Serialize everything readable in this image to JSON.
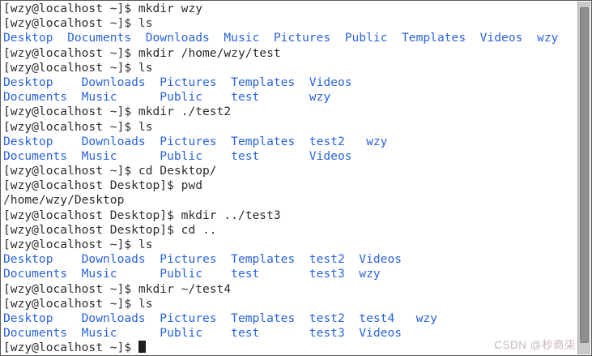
{
  "colors": {
    "background": "#ffffff",
    "fg": "#2d2d2d",
    "dir": "#2a64da",
    "cursor": "#1f1f1f",
    "watermark": "#c9b6b6",
    "scrollbar_track": "#c9c9c9",
    "scrollbar_thumb": "#8e8e8e"
  },
  "terminal": {
    "user": "wzy",
    "host": "localhost",
    "lines": [
      {
        "text": "[wzy@localhost ~]$ mkdir wzy",
        "color": "fg"
      },
      {
        "text": "[wzy@localhost ~]$ ls",
        "color": "fg"
      },
      {
        "text": "Desktop  Documents  Downloads  Music  Pictures  Public  Templates  Videos  wzy",
        "color": "dir"
      },
      {
        "text": "[wzy@localhost ~]$ mkdir /home/wzy/test",
        "color": "fg"
      },
      {
        "text": "[wzy@localhost ~]$ ls",
        "color": "fg"
      },
      {
        "text": "Desktop    Downloads  Pictures  Templates  Videos",
        "color": "dir"
      },
      {
        "text": "Documents  Music      Public    test       wzy",
        "color": "dir"
      },
      {
        "text": "[wzy@localhost ~]$ mkdir ./test2",
        "color": "fg"
      },
      {
        "text": "[wzy@localhost ~]$ ls",
        "color": "fg"
      },
      {
        "text": "Desktop    Downloads  Pictures  Templates  test2   wzy",
        "color": "dir"
      },
      {
        "text": "Documents  Music      Public    test       Videos",
        "color": "dir"
      },
      {
        "text": "[wzy@localhost ~]$ cd Desktop/",
        "color": "fg"
      },
      {
        "text": "[wzy@localhost Desktop]$ pwd",
        "color": "fg"
      },
      {
        "text": "/home/wzy/Desktop",
        "color": "fg"
      },
      {
        "text": "[wzy@localhost Desktop]$ mkdir ../test3",
        "color": "fg"
      },
      {
        "text": "[wzy@localhost Desktop]$ cd ..",
        "color": "fg"
      },
      {
        "text": "[wzy@localhost ~]$ ls",
        "color": "fg"
      },
      {
        "text": "Desktop    Downloads  Pictures  Templates  test2  Videos",
        "color": "dir"
      },
      {
        "text": "Documents  Music      Public    test       test3  wzy",
        "color": "dir"
      },
      {
        "text": "[wzy@localhost ~]$ mkdir ~/test4",
        "color": "fg"
      },
      {
        "text": "[wzy@localhost ~]$ ls",
        "color": "fg"
      },
      {
        "text": "Desktop    Downloads  Pictures  Templates  test2  test4   wzy",
        "color": "dir"
      },
      {
        "text": "Documents  Music      Public    test       test3  Videos",
        "color": "dir"
      },
      {
        "text": "[wzy@localhost ~]$ ",
        "color": "fg",
        "cursor": true
      }
    ]
  },
  "watermark": {
    "text": "CSDN @杪商柒"
  }
}
